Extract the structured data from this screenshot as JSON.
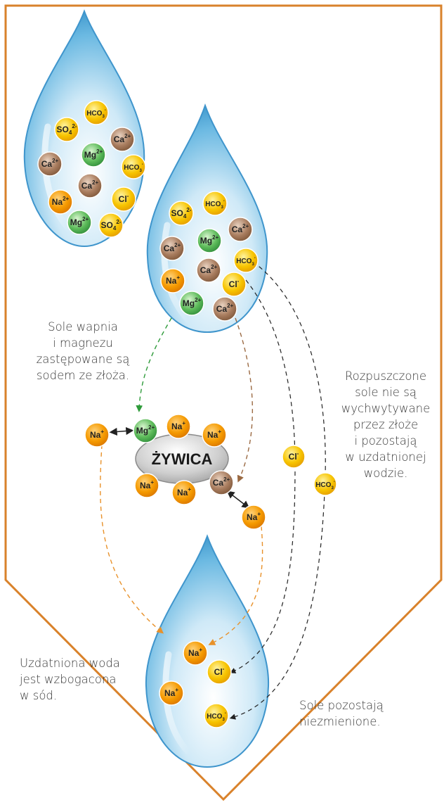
{
  "notes": {
    "calcium_magnesium": "Sole wapnia\ni magnezu\nzastępowane są\nsodem ze złoża.",
    "dissolved_salts": "Rozpuszczone\nsole nie są\nwychwytywane\nprzez złoże\ni pozostają\nw uzdatnionej\nwodzie.",
    "enriched_water": "Uzdatniona woda\njest wzbogacona\nw sód.",
    "salts_unchanged": "Sole pozostają\nniezmienione."
  },
  "resin_label": "ŻYWICA",
  "colors": {
    "frame": "#d9822b",
    "ion_yellow": "#f7b500",
    "ion_orange": "#f39200",
    "ion_brown": "#a57a5c",
    "ion_green": "#4caf50",
    "resin_gray": "#bdbdbd",
    "arrow_green": "#2e9b3a",
    "arrow_brown": "#9b6a43",
    "arrow_orange": "#e8912a",
    "arrow_black": "#222222",
    "drop_blue": "#4fa7d6"
  },
  "drops": [
    {
      "name": "raw-water-drop",
      "ions": [
        {
          "base": "HCO",
          "sub": "3",
          "sup": "-",
          "kind": "yellow"
        },
        {
          "base": "SO",
          "sub": "4",
          "sup": "2-",
          "kind": "yellow"
        },
        {
          "base": "Ca",
          "sub": "",
          "sup": "2+",
          "kind": "brown"
        },
        {
          "base": "Mg",
          "sub": "",
          "sup": "2+",
          "kind": "green"
        },
        {
          "base": "Ca",
          "sub": "",
          "sup": "2+",
          "kind": "brown"
        },
        {
          "base": "HCO",
          "sub": "3",
          "sup": "-",
          "kind": "yellow"
        },
        {
          "base": "Ca",
          "sub": "",
          "sup": "2+",
          "kind": "brown"
        },
        {
          "base": "Cl",
          "sub": "",
          "sup": "-",
          "kind": "yellow"
        },
        {
          "base": "Na",
          "sub": "",
          "sup": "2+",
          "kind": "orange"
        },
        {
          "base": "Mg",
          "sub": "",
          "sup": "2+",
          "kind": "green"
        },
        {
          "base": "SO",
          "sub": "4",
          "sup": "2-",
          "kind": "yellow"
        }
      ]
    },
    {
      "name": "incoming-water-drop",
      "ions": [
        {
          "base": "SO",
          "sub": "4",
          "sup": "2-",
          "kind": "yellow"
        },
        {
          "base": "HCO",
          "sub": "3",
          "sup": "-",
          "kind": "yellow"
        },
        {
          "base": "Ca",
          "sub": "",
          "sup": "2+",
          "kind": "brown"
        },
        {
          "base": "Mg",
          "sub": "",
          "sup": "2+",
          "kind": "green"
        },
        {
          "base": "Ca",
          "sub": "",
          "sup": "2+",
          "kind": "brown"
        },
        {
          "base": "HCO",
          "sub": "3",
          "sup": "-",
          "kind": "yellow"
        },
        {
          "base": "Ca",
          "sub": "",
          "sup": "2+",
          "kind": "brown"
        },
        {
          "base": "Na",
          "sub": "",
          "sup": "+",
          "kind": "orange"
        },
        {
          "base": "Cl",
          "sub": "",
          "sup": "-",
          "kind": "yellow"
        },
        {
          "base": "Mg",
          "sub": "",
          "sup": "2+",
          "kind": "green"
        },
        {
          "base": "Ca",
          "sub": "",
          "sup": "2+",
          "kind": "brown"
        }
      ]
    },
    {
      "name": "treated-water-drop",
      "ions": [
        {
          "base": "Na",
          "sub": "",
          "sup": "+",
          "kind": "orange"
        },
        {
          "base": "Cl",
          "sub": "",
          "sup": "-",
          "kind": "yellow"
        },
        {
          "base": "Na",
          "sub": "",
          "sup": "+",
          "kind": "orange"
        },
        {
          "base": "HCO",
          "sub": "3",
          "sup": "-",
          "kind": "yellow"
        }
      ]
    }
  ],
  "resin_ions": [
    {
      "base": "Na",
      "sub": "",
      "sup": "+",
      "kind": "orange"
    },
    {
      "base": "Mg",
      "sub": "",
      "sup": "2+",
      "kind": "green"
    },
    {
      "base": "Na",
      "sub": "",
      "sup": "+",
      "kind": "orange"
    },
    {
      "base": "Na",
      "sub": "",
      "sup": "+",
      "kind": "orange"
    },
    {
      "base": "Na",
      "sub": "",
      "sup": "+",
      "kind": "orange"
    },
    {
      "base": "Na",
      "sub": "",
      "sup": "+",
      "kind": "orange"
    },
    {
      "base": "Ca",
      "sub": "",
      "sup": "2+",
      "kind": "brown"
    },
    {
      "base": "Na",
      "sub": "",
      "sup": "+",
      "kind": "orange"
    }
  ],
  "passing_ions": [
    {
      "base": "Cl",
      "sub": "",
      "sup": "-",
      "kind": "yellow"
    },
    {
      "base": "HCO",
      "sub": "3",
      "sup": "-",
      "kind": "yellow"
    }
  ]
}
